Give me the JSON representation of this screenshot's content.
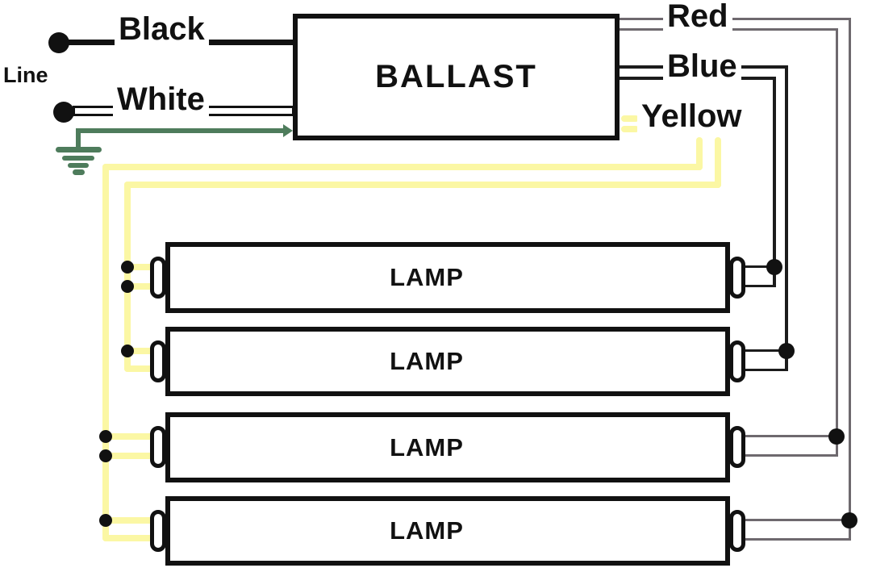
{
  "diagram": {
    "title_hint": "Ballast to four fluorescent lamps wiring diagram",
    "line_label": "Line",
    "ballast_label": "BALLAST",
    "input_wires": {
      "black": "Black",
      "white": "White"
    },
    "output_wires": {
      "red": "Red",
      "blue": "Blue",
      "yellow": "Yellow"
    },
    "lamps": [
      {
        "label": "LAMP"
      },
      {
        "label": "LAMP"
      },
      {
        "label": "LAMP"
      },
      {
        "label": "LAMP"
      }
    ]
  },
  "colors": {
    "black_wire": "#111111",
    "red_wire": "#6e696e",
    "blue_wire": "#1c1c1c",
    "yellow_wire": "#fbf7a4",
    "green_wire": "#4e7c5c",
    "bg": "#ffffff"
  }
}
